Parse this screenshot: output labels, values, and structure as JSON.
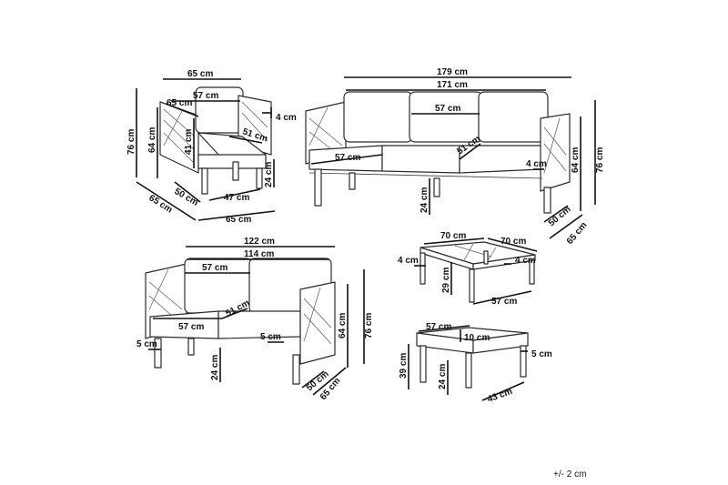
{
  "tolerance_note": "+/- 2 cm",
  "colors": {
    "line": "#111111",
    "outline": "#2b2b2b",
    "background": "#ffffff"
  },
  "armchair": {
    "width_total": "65 cm",
    "seat_width": "57 cm",
    "cushion_depth": "65 cm",
    "height_total": "76 cm",
    "arm_height": "64 cm",
    "back_height": "41 cm",
    "seat_depth": "51 cm",
    "arm_width": "4 cm",
    "leg_height": "24 cm",
    "seat_depth_inner": "50 cm",
    "depth_total": "65 cm",
    "front_width": "47 cm",
    "base_width": "65 cm"
  },
  "sofa3": {
    "width_total": "179 cm",
    "inner_width": "171 cm",
    "back_cushion": "57 cm",
    "seat_cushion": "57 cm",
    "seat_depth": "51 cm",
    "arm_width": "4 cm",
    "arm_height": "64 cm",
    "height_total": "76 cm",
    "leg_height": "24 cm",
    "seat_depth_inner": "50 cm",
    "depth_total": "65 cm"
  },
  "sofa2": {
    "width_total": "122 cm",
    "inner_width": "114 cm",
    "back_cushion": "57 cm",
    "seat_cushion": "57 cm",
    "seat_depth": "51 cm",
    "arm_width": "5 cm",
    "arm_width_inner": "5 cm",
    "leg_height": "24 cm",
    "arm_height": "64 cm",
    "height_total": "76 cm",
    "seat_depth_inner": "50 cm",
    "depth_total": "65 cm"
  },
  "table": {
    "width": "70 cm",
    "depth": "70 cm",
    "leg_width_left": "4 cm",
    "leg_width_right": "4 cm",
    "height": "29 cm",
    "base_width": "57 cm"
  },
  "ottoman": {
    "width": "57 cm",
    "cushion_thickness": "10 cm",
    "leg_width": "5 cm",
    "height_total": "39 cm",
    "leg_height": "24 cm",
    "depth": "43 cm"
  }
}
